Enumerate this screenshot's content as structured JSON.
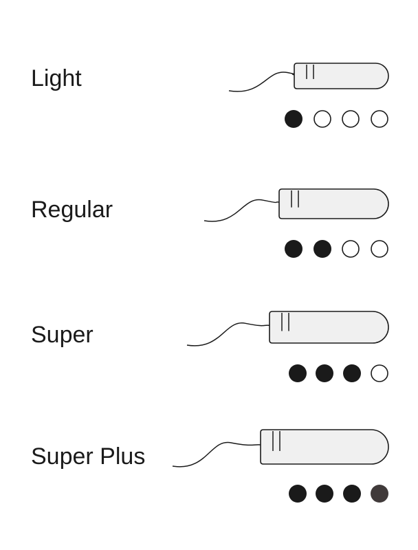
{
  "colors": {
    "ink": "#1a1a1a",
    "body_fill": "#f0f0f0",
    "last_dot_super_plus": "#403a3a"
  },
  "levels": [
    {
      "label": "Light",
      "absorbency_filled": 1,
      "absorbency_max": 4
    },
    {
      "label": "Regular",
      "absorbency_filled": 2,
      "absorbency_max": 4
    },
    {
      "label": "Super",
      "absorbency_filled": 3,
      "absorbency_max": 4
    },
    {
      "label": "Super Plus",
      "absorbency_filled": 4,
      "absorbency_max": 4
    }
  ]
}
